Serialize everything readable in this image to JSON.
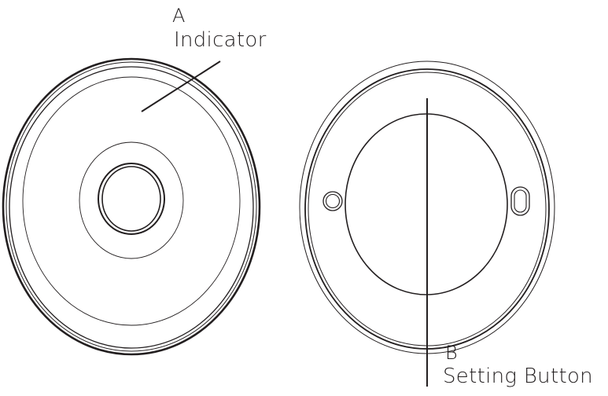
{
  "diagram": {
    "type": "device-illustration",
    "line_color": "#231f20",
    "background_color": "#ffffff",
    "parts": [
      {
        "id": "A",
        "letter": "A",
        "name": "Indicator",
        "points_to": "front-face-of-device"
      },
      {
        "id": "B",
        "letter": "B",
        "name": "Setting Button",
        "points_to": "back-plate-center"
      }
    ],
    "views": [
      {
        "id": "front-view",
        "description": "Front of round device with central indicator"
      },
      {
        "id": "back-view",
        "description": "Back plate with mounting holes and recessed center"
      }
    ]
  }
}
